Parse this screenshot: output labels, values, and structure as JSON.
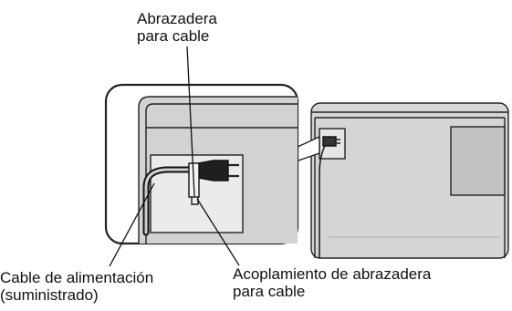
{
  "labels": {
    "clamp": [
      "Abrazadera",
      "para cable"
    ],
    "power_cable": [
      "Cable de alimentación",
      "(suministrado)"
    ],
    "clamp_attachment": [
      "Acoplamiento de abrazadera",
      "para cable"
    ]
  }
}
